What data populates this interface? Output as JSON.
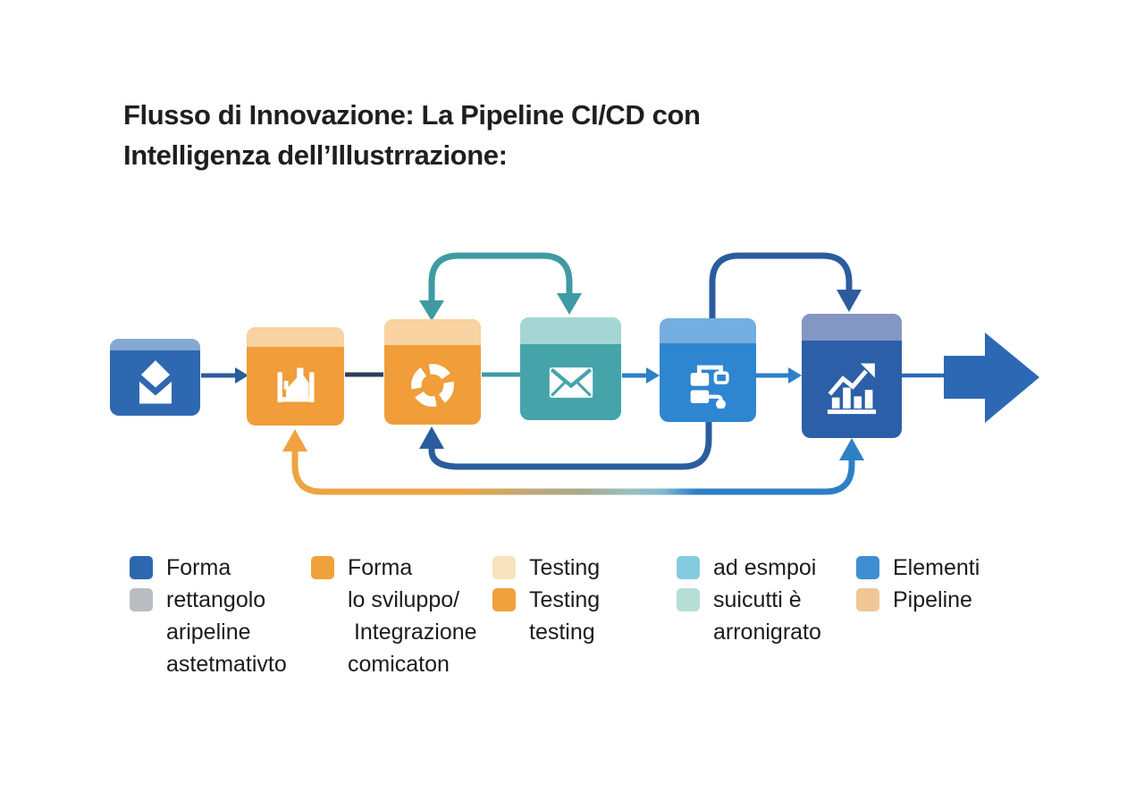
{
  "title": {
    "line1": "Flusso di Innovazione: La Pipeline CI/CD con",
    "line2": "Intelligenza dell’Illustrrazione:"
  },
  "pipeline": {
    "boxes": [
      {
        "id": "step-1",
        "icon": "inbox-receive-icon",
        "color": "#2e68b0",
        "band_color": "#84a8d4"
      },
      {
        "id": "step-2",
        "icon": "build-machine-icon",
        "color": "#f09d3a",
        "band_color": "#f8d2a0"
      },
      {
        "id": "step-3",
        "icon": "cycle-icon",
        "color": "#f09d3a",
        "band_color": "#f8d2a0"
      },
      {
        "id": "step-4",
        "icon": "mail-envelope-icon",
        "color": "#45a4aa",
        "band_color": "#a5d6d4"
      },
      {
        "id": "step-5",
        "icon": "workflow-icon",
        "color": "#2e86d0",
        "band_color": "#74aee0"
      },
      {
        "id": "step-6",
        "icon": "analytics-chart-icon",
        "color": "#2d5fa8",
        "band_color": "#8496c2"
      }
    ],
    "arrows": {
      "navy": "#2b5c9e",
      "dark": "#2c3e55",
      "teal": "#3f9ba3",
      "blue": "#2e7fc6",
      "orange": "#f0a242",
      "final_arrow": "#2d68b5"
    }
  },
  "legend": {
    "columns": [
      {
        "rows": [
          {
            "swatch": "#2d68ae",
            "label": "Forma"
          },
          {
            "swatch": "#b9bdc1",
            "label": "rettangolo"
          },
          {
            "swatch": null,
            "label": "aripeline"
          },
          {
            "swatch": null,
            "label": "astetmativto"
          }
        ]
      },
      {
        "rows": [
          {
            "swatch": "#f0a13c",
            "label": "Forma"
          },
          {
            "swatch": null,
            "label": "lo sviluppo/"
          },
          {
            "swatch": null,
            "label": " Integrazione"
          },
          {
            "swatch": null,
            "label": "comicaton"
          }
        ]
      },
      {
        "rows": [
          {
            "swatch": "#f7e3bd",
            "label": "Testing"
          },
          {
            "swatch": "#f0a13c",
            "label": "Testing"
          },
          {
            "swatch": null,
            "label": "testing"
          }
        ]
      },
      {
        "rows": [
          {
            "swatch": "#85cbe0",
            "label": "ad esmpoi"
          },
          {
            "swatch": "#b5ded6",
            "label": "suicutti è"
          },
          {
            "swatch": null,
            "label": "arronigrato"
          }
        ]
      },
      {
        "rows": [
          {
            "swatch": "#3d8fd1",
            "label": "Elementi"
          },
          {
            "swatch": "#f0c794",
            "label": "Pipeline"
          }
        ]
      }
    ]
  }
}
